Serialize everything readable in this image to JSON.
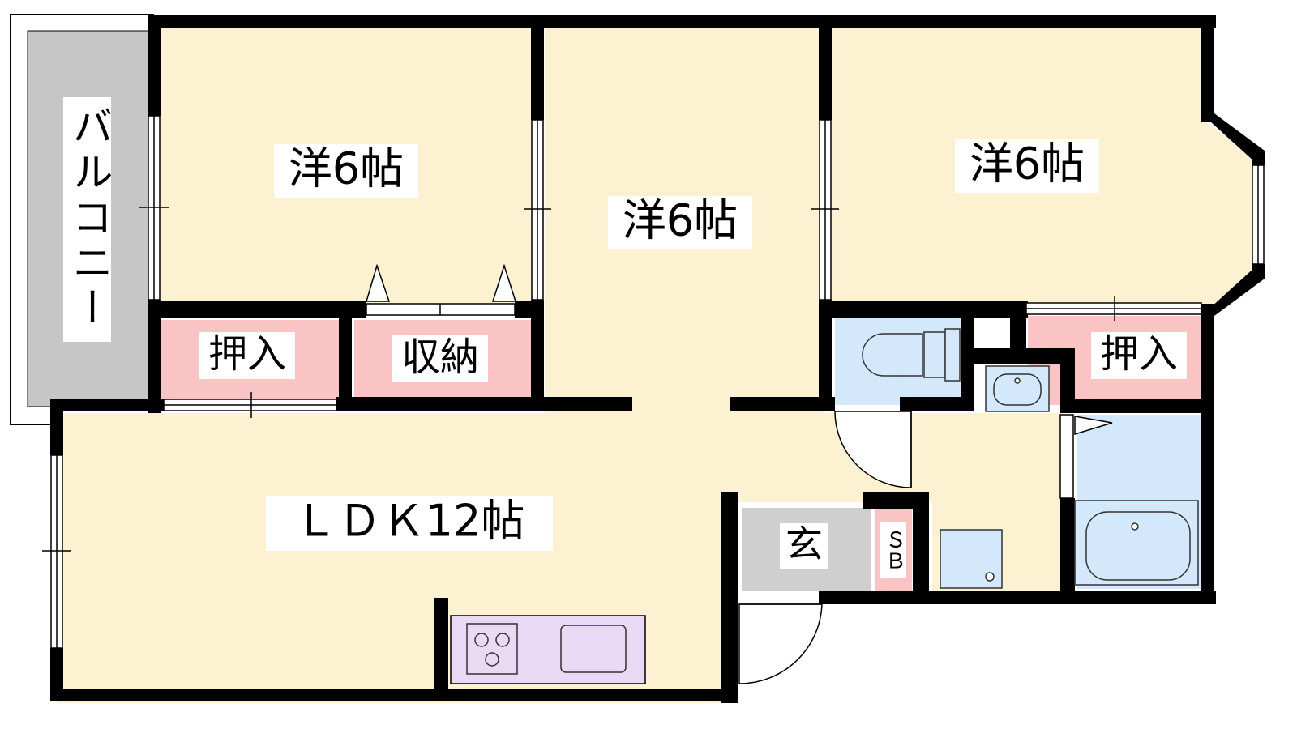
{
  "colors": {
    "room": "#fcf2d2",
    "closet": "#fbc4c4",
    "wet_area": "#d3e9fb",
    "balcony": "#c6c6c6",
    "entrance": "#cfcfcf",
    "kitchen": "#e9d9f5",
    "wall": "#000000"
  },
  "rooms": {
    "balcony": "バルコニー",
    "western_left": "洋6帖",
    "western_middle": "洋6帖",
    "western_right": "洋6帖",
    "closet_left": "押入",
    "storage": "収納",
    "closet_right": "押入",
    "ldk": "ＬＤＫ12帖",
    "entrance": "玄",
    "shoe_box": "ＳＢ"
  },
  "icons": [
    "toilet-icon",
    "washbasin-icon",
    "bathtub-icon",
    "stove-icon",
    "sink-icon",
    "washing-machine-icon",
    "door-swing-icon",
    "window-icon"
  ]
}
